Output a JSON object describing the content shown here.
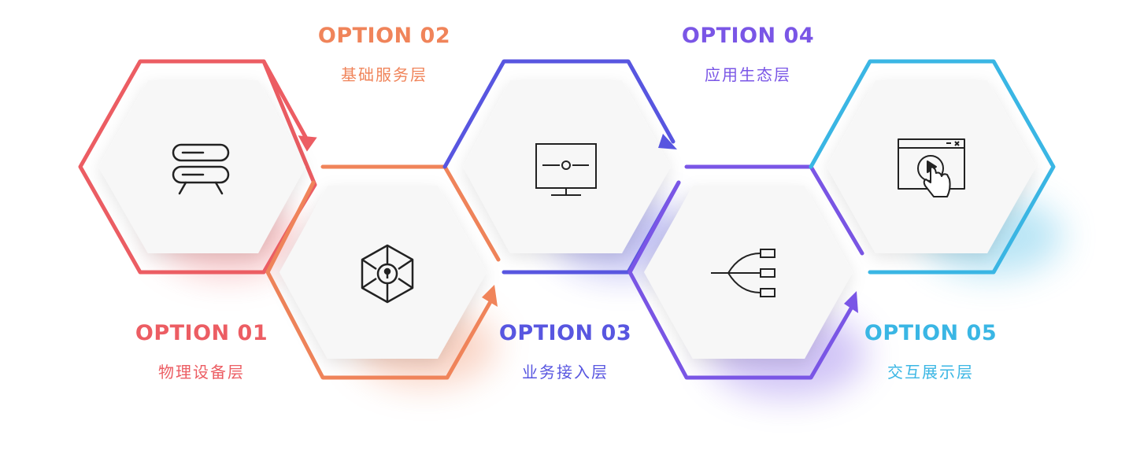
{
  "options": [
    {
      "title": "OPTION 01",
      "subtitle": "物理设备层",
      "color": "#ec5d63",
      "icon": "server-stack-icon"
    },
    {
      "title": "OPTION 02",
      "subtitle": "基础服务层",
      "color": "#f0845a",
      "icon": "lock-cube-icon"
    },
    {
      "title": "OPTION 03",
      "subtitle": "业务接入层",
      "color": "#5856e0",
      "icon": "monitor-icon"
    },
    {
      "title": "OPTION 04",
      "subtitle": "应用生态层",
      "color": "#7a56e6",
      "icon": "branch-network-icon"
    },
    {
      "title": "OPTION 05",
      "subtitle": "交互展示层",
      "color": "#3ab6e4",
      "icon": "touch-play-window-icon"
    }
  ]
}
